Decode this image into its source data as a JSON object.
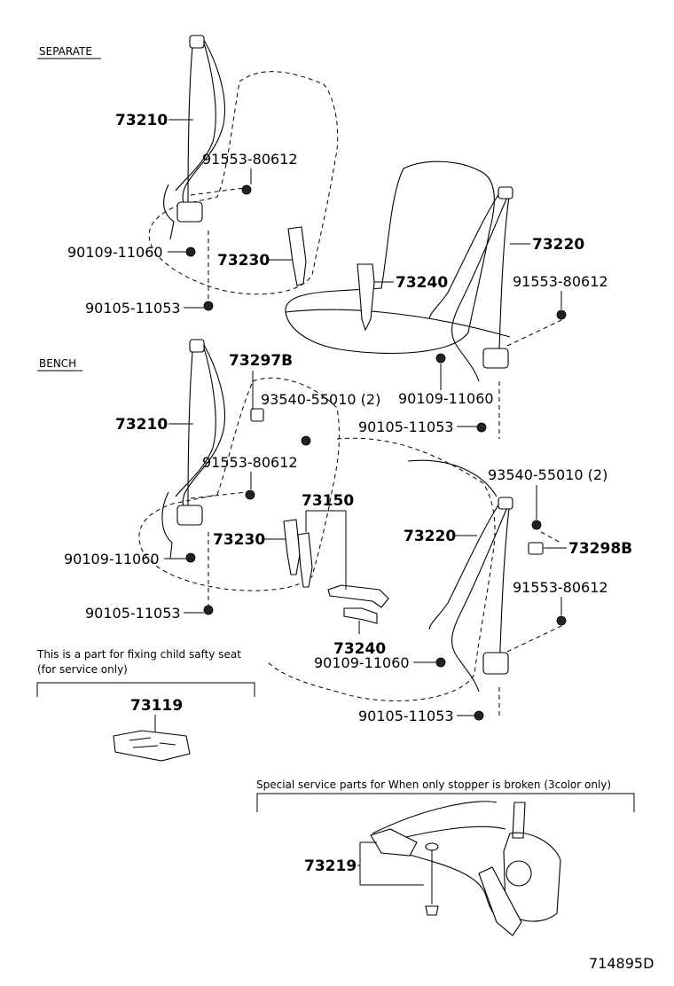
{
  "sections": {
    "separate": "SEPARATE",
    "bench": "BENCH"
  },
  "labels": {
    "sep_73210": "73210",
    "sep_91553_a": "91553-80612",
    "sep_90109": "90109-11060",
    "sep_73230": "73230",
    "sep_90105": "90105-11053",
    "sep_73220": "73220",
    "sep_73240": "73240",
    "sep_91553_b": "91553-80612",
    "sep_90109_b": "90109-11060",
    "sep_90105_b": "90105-11053",
    "bench_73297b": "73297B",
    "bench_93540_a": "93540-55010 (2)",
    "bench_73210": "73210",
    "bench_91553_a": "91553-80612",
    "bench_73150": "73150",
    "bench_73230": "73230",
    "bench_90109": "90109-11060",
    "bench_90105": "90105-11053",
    "bench_73240": "73240",
    "bench_90109_b": "90109-11060",
    "bench_90105_b": "90105-11053",
    "bench_93540_b": "93540-55010 (2)",
    "bench_73220": "73220",
    "bench_73298b": "73298B",
    "bench_91553_b": "91553-80612",
    "child_73119": "73119",
    "special_73219": "73219"
  },
  "notes": {
    "child_seat_line1": "This is a part for fixing child safty seat",
    "child_seat_line2": "(for service only)",
    "special_service": "Special service parts for When only stopper is broken (3color only)"
  },
  "diagram_id": "714895D"
}
